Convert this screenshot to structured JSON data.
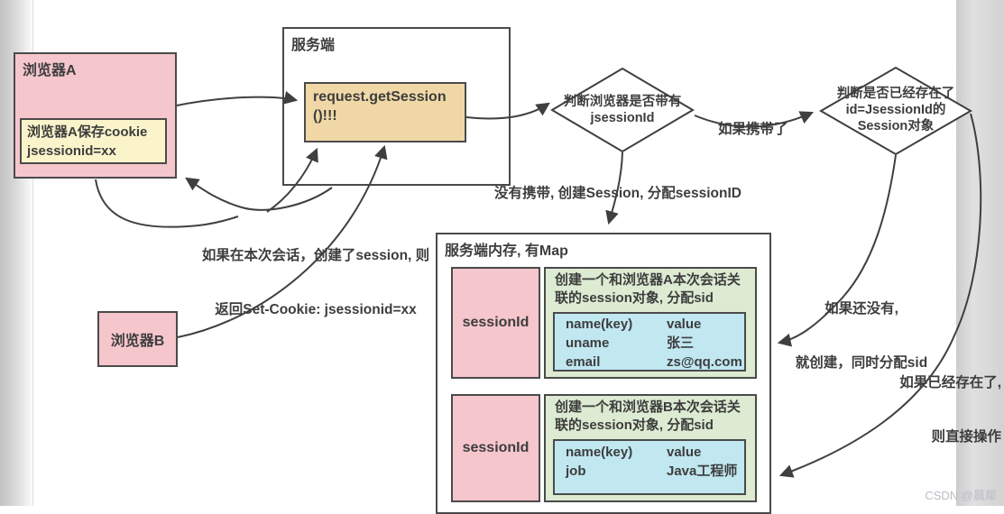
{
  "browser_a": {
    "title": "浏览器A",
    "cookie_line1": "浏览器A保存cookie",
    "cookie_line2": "jsessionid=xx"
  },
  "browser_b": {
    "title": "浏览器B"
  },
  "server": {
    "title": "服务端",
    "request_box": "request.getSession()!!!"
  },
  "decision1": {
    "line1": "判断浏览器是否带有",
    "line2": "jsessionId"
  },
  "decision2": {
    "line1": "判断是否已经存在了",
    "line2": "id=JsessionId的",
    "line3": "Session对象"
  },
  "labels": {
    "carried": "如果携带了",
    "not_carried": "没有携带, 创建Session, 分配sessionID",
    "set_cookie_line1": "如果在本次会话，创建了session, 则",
    "set_cookie_line2": "返回Set-Cookie: jsessionid=xx",
    "not_exist_line1": "如果还没有,",
    "not_exist_line2": "就创建，同时分配sid",
    "exist_line1": "如果已经存在了,",
    "exist_line2": "则直接操作"
  },
  "memory": {
    "title": "服务端内存, 有Map",
    "entries": [
      {
        "key": "sessionId",
        "desc": "创建一个和浏览器A本次会话关联的session对象, 分配sid",
        "table": [
          [
            "name(key)",
            "value"
          ],
          [
            "uname",
            "张三"
          ],
          [
            "email",
            "zs@qq.com"
          ]
        ]
      },
      {
        "key": "sessionId",
        "desc": "创建一个和浏览器B本次会话关联的session对象, 分配sid",
        "table": [
          [
            "name(key)",
            "value"
          ],
          [
            "job",
            "Java工程师"
          ]
        ]
      }
    ]
  },
  "watermark": "CSDN @晨犀",
  "colors": {
    "pink": "#f6c6cd",
    "yellow": "#fbf4cb",
    "tan": "#f0d8a6",
    "green": "#dcebd2",
    "blue": "#c1e7f1",
    "line": "#3f3f3f"
  }
}
